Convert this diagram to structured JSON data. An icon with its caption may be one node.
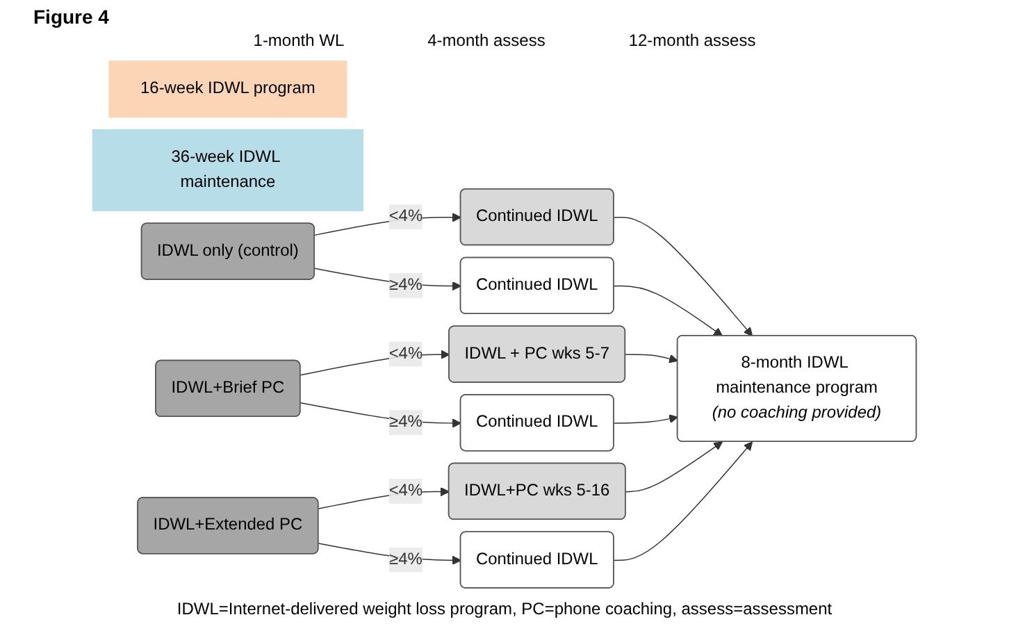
{
  "diagram": {
    "title": "Figure 4",
    "nodes": [
      {
        "text": [
          "16-week IDWL program"
        ]
      },
      {
        "text": [
          "36-week IDWL maintenance"
        ]
      },
      {
        "text": [
          "IDWL only (control)"
        ]
      },
      {
        "text": [
          "Continued IDWL"
        ]
      },
      {
        "text": [
          "Continued IDWL"
        ]
      },
      {
        "text": [
          "IDWL+Brief PC"
        ]
      },
      {
        "text": [
          "IDWL + PC wks 5-7"
        ]
      },
      {
        "text": [
          "Continued IDWL"
        ]
      },
      {
        "text": [
          "IDWL+Extended PC"
        ]
      },
      {
        "text": [
          "IDWL+PC wks 5-16"
        ]
      },
      {
        "text": [
          "Continued IDWL"
        ]
      },
      {
        "text": [
          "8-month IDWL maintenance program",
          "(no coaching provided)"
        ]
      }
    ],
    "edges": [
      {
        "from": 2,
        "to": 3,
        "arrow": "to",
        "label": "<4%"
      },
      {
        "from": 2,
        "to": 4,
        "arrow": "to",
        "label": "≥4%"
      },
      {
        "from": 5,
        "to": 6,
        "arrow": "to",
        "label": "<4%"
      },
      {
        "from": 5,
        "to": 7,
        "arrow": "to",
        "label": "≥4%"
      },
      {
        "from": 8,
        "to": 9,
        "arrow": "to",
        "label": "<4%"
      },
      {
        "from": 8,
        "to": 10,
        "arrow": "to",
        "label": "≥4%"
      },
      {
        "from": 3,
        "to": 11,
        "arrow": "to"
      },
      {
        "from": 4,
        "to": 11,
        "arrow": "to"
      },
      {
        "from": 6,
        "to": 11,
        "arrow": "to"
      },
      {
        "from": 7,
        "to": 11,
        "arrow": "to"
      },
      {
        "from": 9,
        "to": 11,
        "arrow": "to"
      },
      {
        "from": 10,
        "to": 11,
        "arrow": "to"
      }
    ],
    "labels": [
      "1-month WL",
      "4-month assess",
      "12-month assess"
    ],
    "caption": "IDWL=Internet-delivered weight loss program, PC=phone coaching, assess=assessment"
  }
}
